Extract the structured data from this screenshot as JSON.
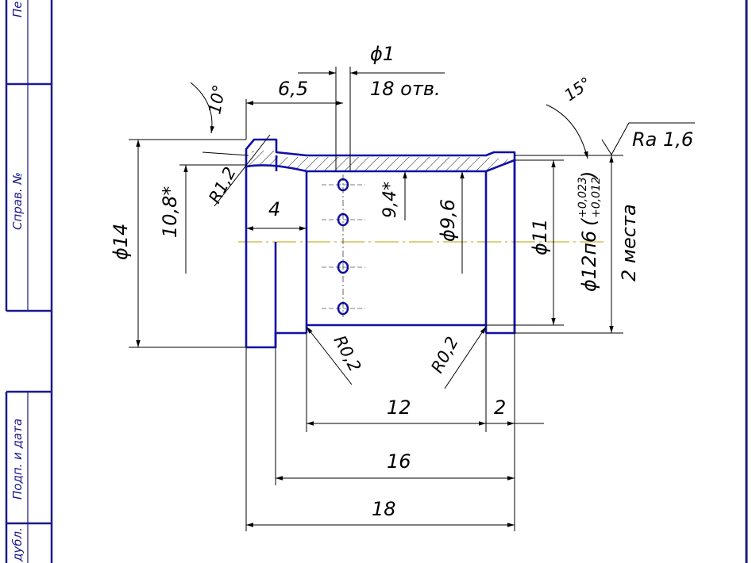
{
  "title_block": {
    "col_label_top": "Пе",
    "spravochny_no": "Справ. №",
    "podp_i_data": "Подп. и дата",
    "inv_no_dubl": "дубл."
  },
  "dimensions": {
    "phi1": "ϕ1",
    "holes_18": "18 отв.",
    "d6_5": "6,5",
    "angle10": "10°",
    "angle15": "15°",
    "ra": "Ra 1,6",
    "r12": "R1,2",
    "d10_8": "10,8*",
    "d4": "4",
    "d9_4": "9,4*",
    "phi9_6": "ϕ9,6",
    "phi11": "ϕ11",
    "phi12": "ϕ12п6",
    "tol_upper": "+0,023",
    "tol_lower": "+0,012",
    "mesta": "2 места",
    "phi14": "ϕ14",
    "r02_left": "R0,2",
    "r02_right": "R0,2",
    "d12": "12",
    "d2": "2",
    "d16": "16",
    "d18": "18"
  },
  "colors": {
    "contour": "#1010a8",
    "frame": "#1a1a8c",
    "axis": "#b8a000",
    "dimension": "#000000"
  }
}
